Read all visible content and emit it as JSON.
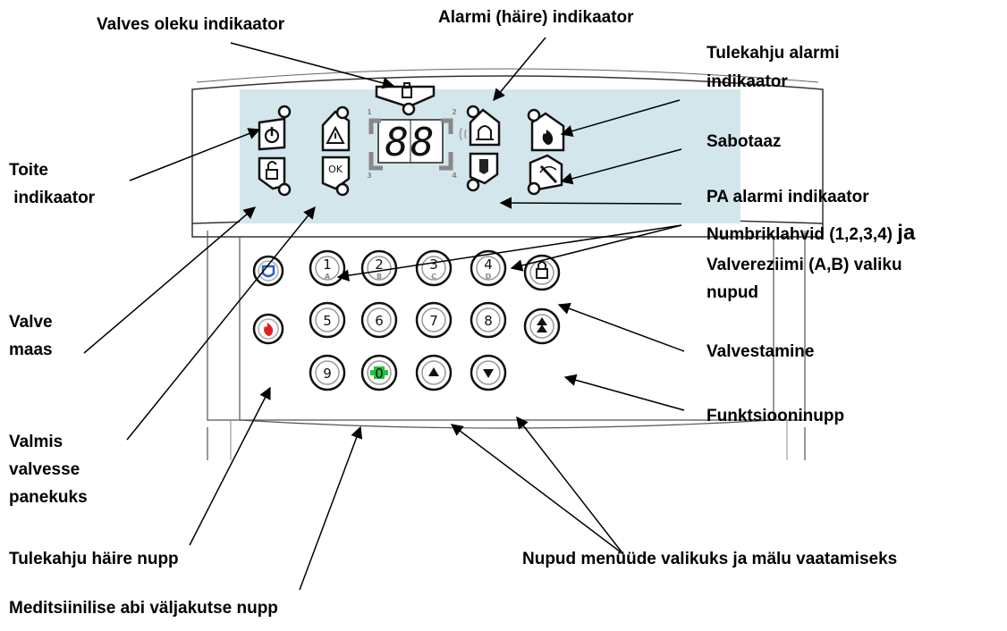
{
  "labels": {
    "valves_oleku": "Valves oleku indikaator",
    "alarmi": "Alarmi (häire) indikaator",
    "tulekahju_alarmi_1": "Tulekahju alarmi",
    "tulekahju_alarmi_2": "indikaator",
    "sabotaaz": "Sabotaaz",
    "pa_alarmi": "PA alarmi indikaator",
    "numbriklahvid_1": "Numbriklahvid (1,2,3,4) ",
    "numbriklahvid_ja": "ja",
    "numbriklahvid_2": "Valvereziimi (A,B) valiku",
    "numbriklahvid_3": "nupud",
    "valvestamine": "Valvestamine",
    "funktsiooninupp": "Funktsiooninupp",
    "nupud_menuude": "Nupud menüüde valikuks ja mälu vaatamiseks",
    "meditsiinilise": "Meditsiinilise abi väljakutse nupp",
    "tulekahju_haire": "Tulekahju häire nupp",
    "valmis_1": "Valmis",
    "valmis_2": "valvesse",
    "valmis_3": "panekuks",
    "valve_maas_1": "Valve",
    "valve_maas_2": "maas",
    "toite_1": "Toite",
    "toite_2": " indikaator"
  },
  "display": {
    "digits": "88",
    "corner_1": "1",
    "corner_2": "2",
    "corner_3": "3",
    "corner_4": "4"
  },
  "keys": {
    "k1": "1",
    "k1_sub": "A",
    "k2": "2",
    "k2_sub": "B",
    "k3": "3",
    "k3_sub": "C",
    "k4": "4",
    "k4_sub": "D",
    "k5": "5",
    "k6": "6",
    "k7": "7",
    "k8": "8",
    "k9": "9",
    "k0": "0"
  },
  "indicators": {
    "ok_text": "OK"
  },
  "icons": [
    "power-icon",
    "unlock-icon",
    "warning-icon",
    "ok-icon",
    "armed-lock-icon",
    "bell-icon",
    "pa-icon",
    "fire-icon",
    "tamper-icon",
    "medical-icon",
    "fire-button-icon",
    "lock-key-icon",
    "arm-icon",
    "up-arrow-icon",
    "down-arrow-icon"
  ],
  "colors": {
    "panel": "#d3e6ec",
    "medical_blue": "#2a5fd6",
    "fire_red": "#e02020",
    "green_zero": "#22c23a"
  }
}
